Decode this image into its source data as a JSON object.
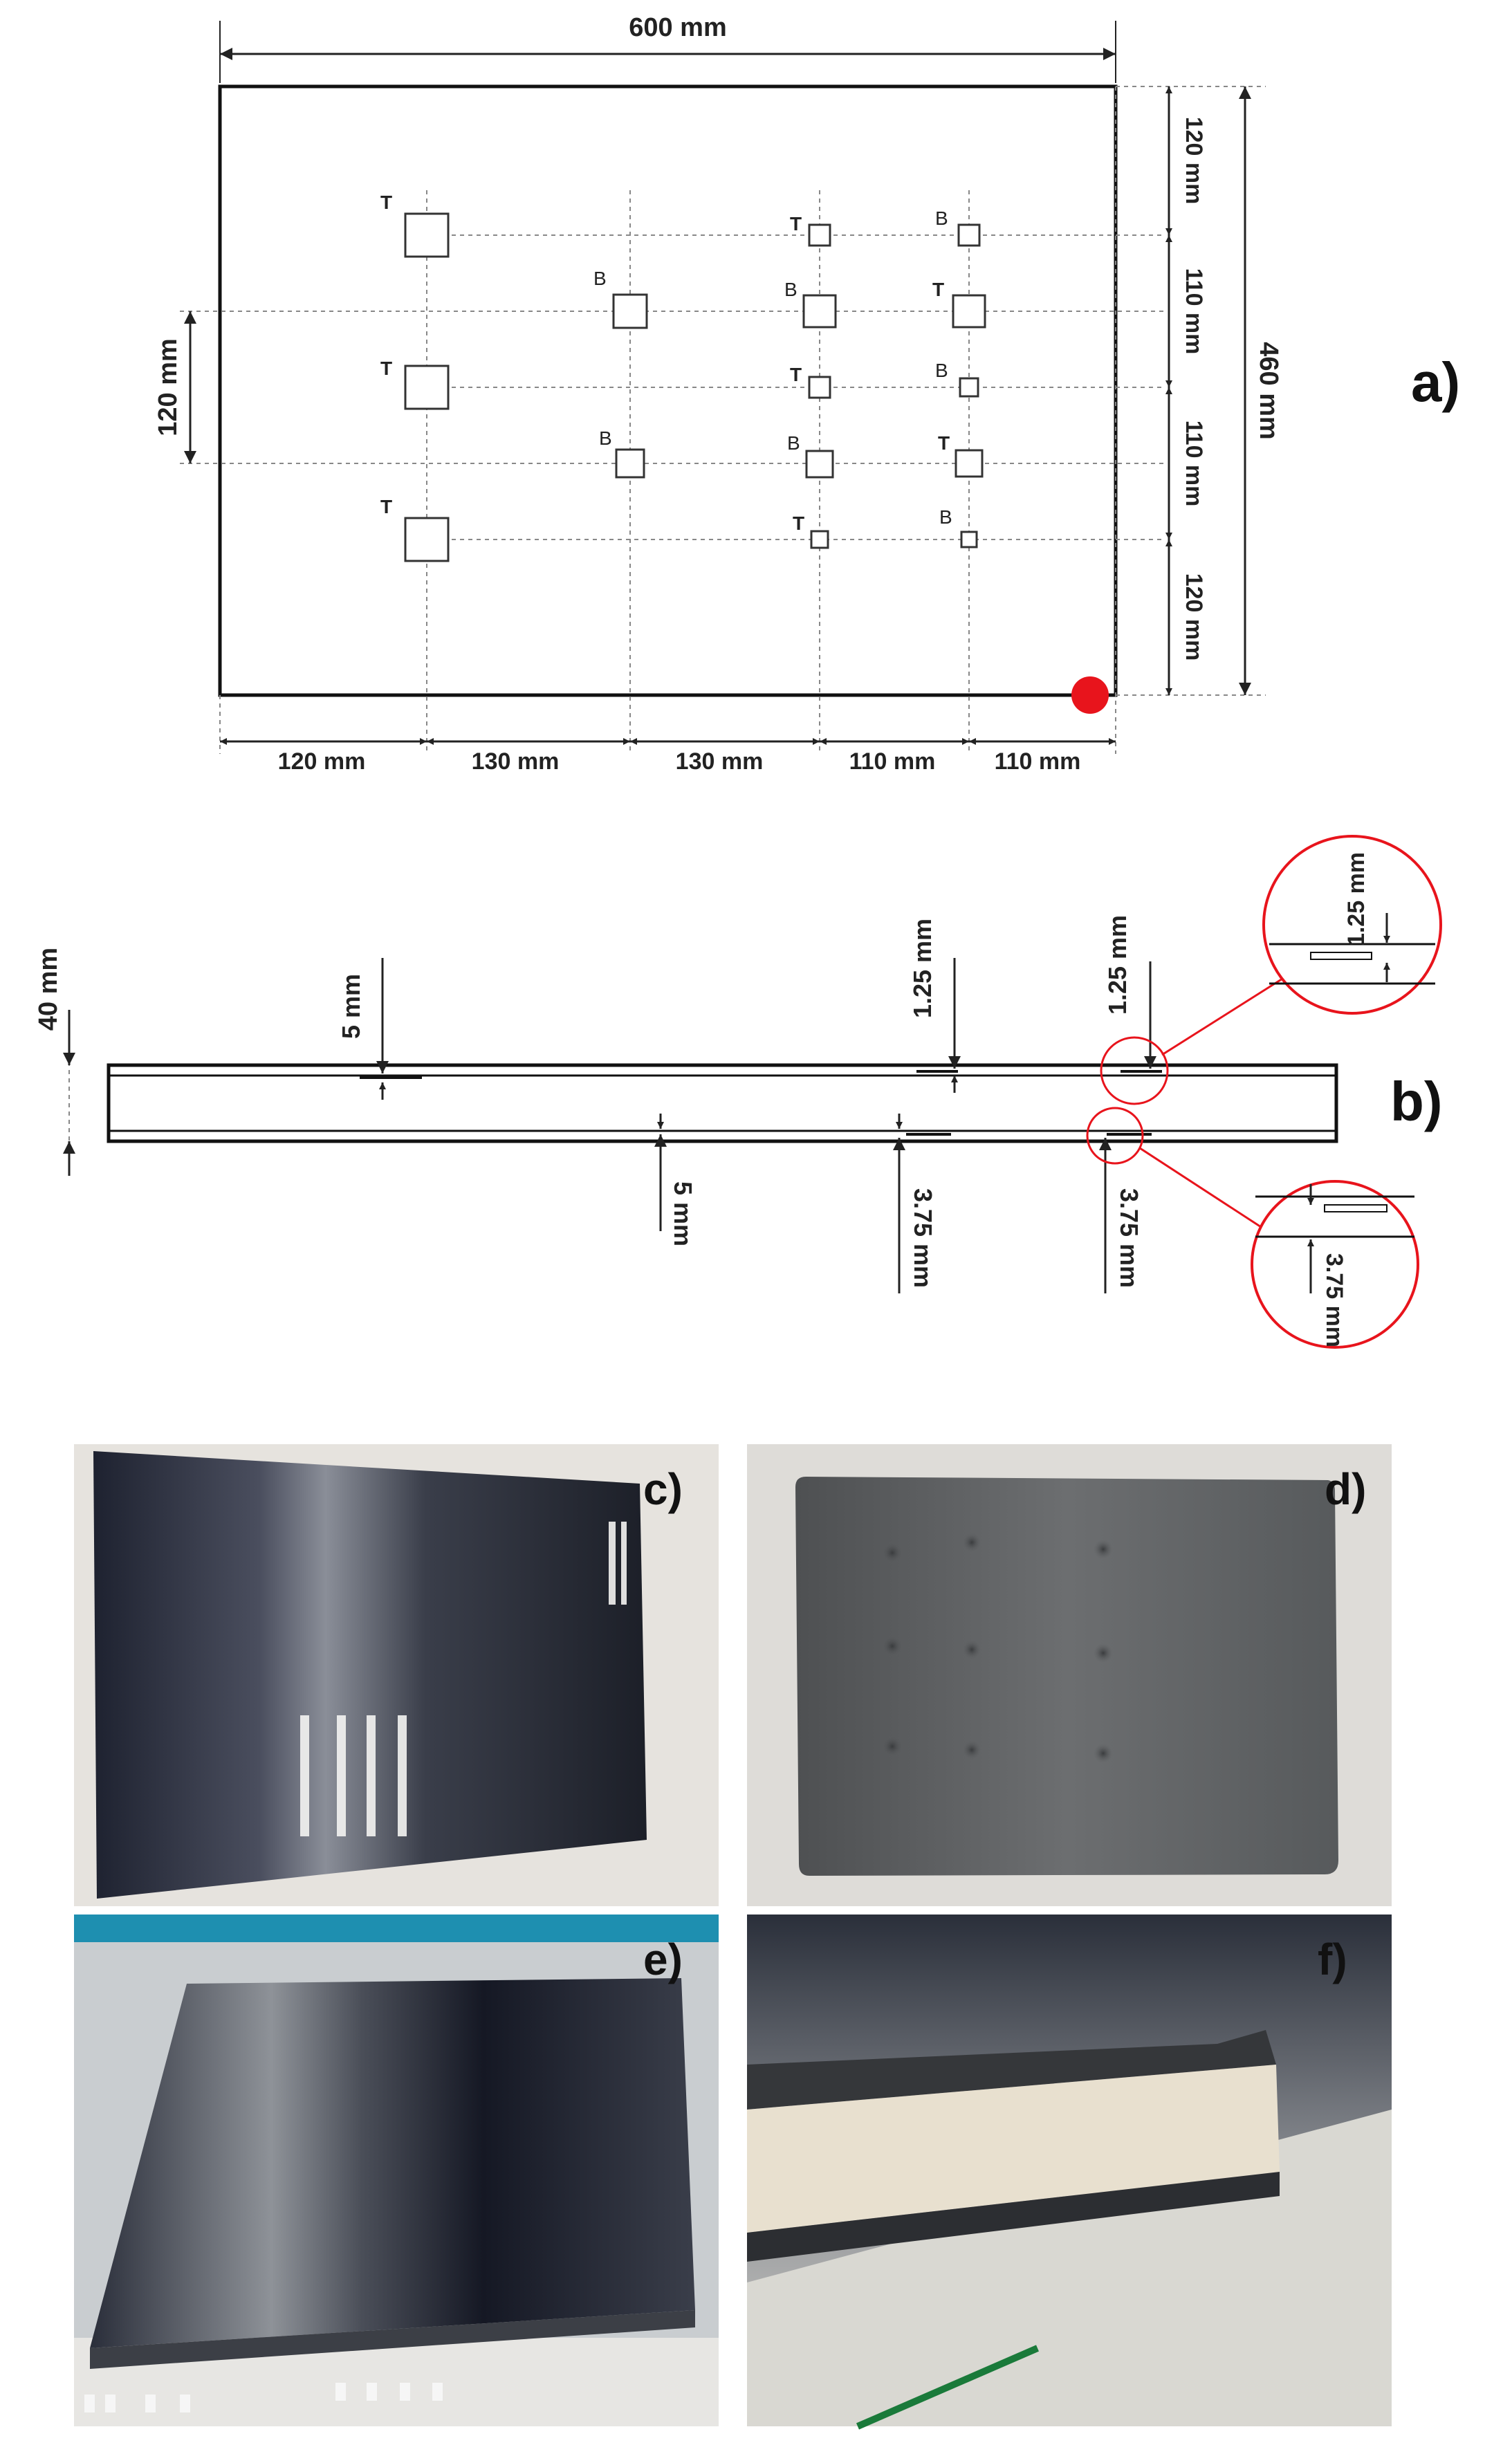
{
  "panel_a": {
    "label": "a)",
    "width": "600 mm",
    "height": "460 mm",
    "left_spacing": "120 mm",
    "bottom_dims": [
      "120 mm",
      "130 mm",
      "130 mm",
      "110 mm",
      "110 mm"
    ],
    "right_dims": [
      "120 mm",
      "110 mm",
      "110 mm",
      "120 mm"
    ],
    "markers": {
      "top": "T",
      "bottom": "B"
    },
    "accent_color": "#e8141c"
  },
  "panel_b": {
    "label": "b)",
    "thickness": "40 mm",
    "top_dims": [
      "5 mm",
      "1.25 mm",
      "1.25 mm"
    ],
    "bottom_dims": [
      "5 mm",
      "3.75 mm",
      "3.75 mm"
    ],
    "zoom_top": "1.25 mm",
    "zoom_bottom": "3.75 mm",
    "zoom_color": "#e8141c"
  },
  "photos": {
    "c": {
      "label": "c)"
    },
    "d": {
      "label": "d)"
    },
    "e": {
      "label": "e)"
    },
    "f": {
      "label": "f)"
    }
  }
}
